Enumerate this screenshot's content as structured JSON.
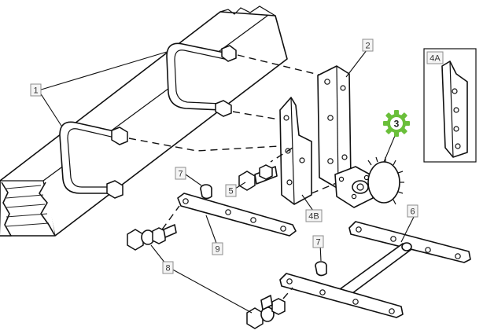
{
  "callouts": {
    "c1": "1",
    "c2": "2",
    "c3": "3",
    "c4a": "4A",
    "c4b": "4B",
    "c5": "5",
    "c6": "6",
    "c7a": "7",
    "c7b": "7",
    "c8": "8",
    "c9": "9"
  },
  "colors": {
    "line": "#111111",
    "label_box": "#f4f4f4",
    "highlight_gear": "#6abf3a"
  },
  "icons": {
    "highlight": "gear-icon"
  }
}
